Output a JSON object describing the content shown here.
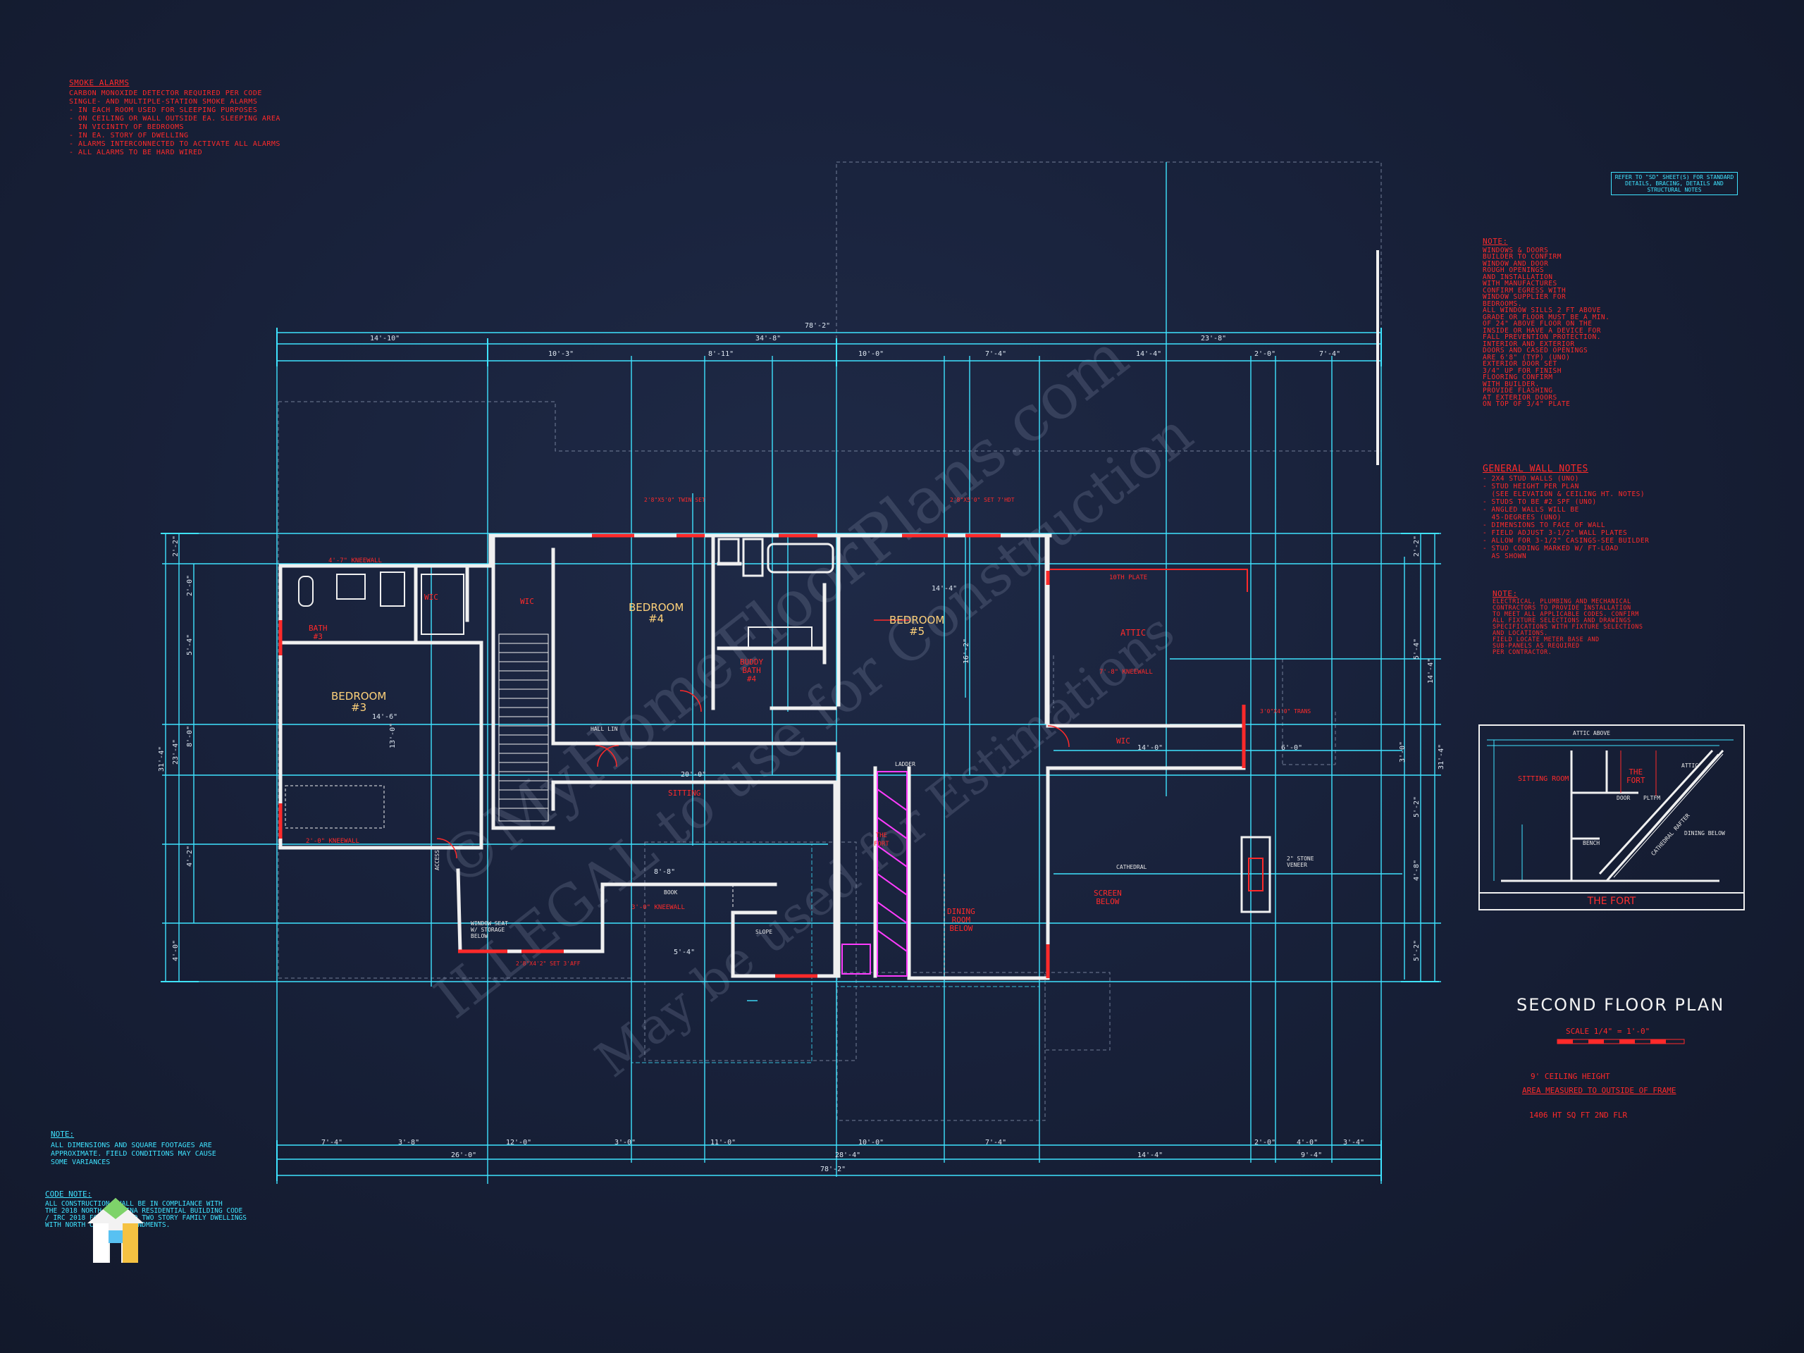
{
  "smoke_alarms": {
    "heading": "SMOKE ALARMS",
    "lines": [
      "CARBON MONOXIDE DETECTOR REQUIRED PER CODE",
      "SINGLE- AND MULTIPLE-STATION SMOKE ALARMS",
      "- IN EACH ROOM USED FOR SLEEPING PURPOSES",
      "- ON CEILING OR WALL OUTSIDE EA. SLEEPING AREA",
      "  IN VICINITY OF BEDROOMS",
      "- IN EA. STORY OF DWELLING",
      "- ALARMS INTERCONNECTED TO ACTIVATE ALL ALARMS",
      "- ALL ALARMS TO BE HARD WIRED"
    ]
  },
  "ref_box": "REFER TO \"SD\" SHEET(S) FOR STANDARD DETAILS, BRACING, DETAILS AND STRUCTURAL NOTES",
  "windows_doors": {
    "heading": "NOTE:",
    "lines": [
      "WINDOWS & DOORS",
      "",
      "BUILDER TO CONFIRM",
      "WINDOW AND DOOR",
      "ROUGH OPENINGS",
      "AND INSTALLATION",
      "WITH MANUFACTURES",
      "",
      "CONFIRM EGRESS WITH",
      "WINDOW SUPPLIER FOR",
      "BEDROOMS.",
      "",
      "ALL WINDOW SILLS 2 FT ABOVE",
      "GRADE OR FLOOR MUST BE A MIN.",
      "OF 24\" ABOVE FLOOR ON THE",
      "INSIDE OR HAVE A DEVICE FOR",
      "FALL PREVENTION PROTECTION.",
      "",
      "INTERIOR AND EXTERIOR",
      "DOORS AND CASED OPENINGS",
      "ARE 6'8\" (TYP) (UNO)",
      "",
      "EXTERIOR DOOR SET",
      "3/4\" UP FOR FINISH",
      "FLOORING CONFIRM",
      "WITH BUILDER.",
      "",
      "PROVIDE FLASHING",
      "AT EXTERIOR DOORS",
      "ON TOP OF 3/4\" PLATE"
    ]
  },
  "general_wall": {
    "heading": "GENERAL WALL NOTES",
    "lines": [
      "- 2x4 STUD WALLS (UNO)",
      "- STUD HEIGHT PER PLAN",
      "  (SEE ELEVATION & CEILING HT. NOTES)",
      "- STUDS TO BE #2 SPF (UNO)",
      "- ANGLED WALLS WILL BE",
      "  45-DEGREES (UNO)",
      "- DIMENSIONS TO FACE OF WALL",
      "- FIELD ADJUST 3-1/2\" WALL PLATES",
      "- ALLOW FOR 3-1/2\" CASINGS-SEE BUILDER",
      "- STUD CODING MARKED w/ FT-LOAD",
      "  AS SHOWN"
    ]
  },
  "electrical_note": {
    "heading": "NOTE:",
    "lines": [
      "ELECTRICAL, PLUMBING AND MECHANICAL",
      "CONTRACTORS TO PROVIDE INSTALLATION",
      "TO MEET ALL APPLICABLE CODES. CONFIRM",
      "ALL FIXTURE SELECTIONS AND DRAWINGS",
      "SPECIFICATIONS WITH FIXTURE SELECTIONS",
      "AND LOCATIONS.",
      "",
      "FIELD LOCATE METER BASE AND",
      "SUB-PANELS AS REQUIRED",
      "PER CONTRACTOR."
    ]
  },
  "dimensions_note": {
    "heading": "NOTE:",
    "lines": [
      "ALL DIMENSIONS AND SQUARE FOOTAGES ARE",
      "APPROXIMATE. FIELD CONDITIONS MAY CAUSE",
      "SOME VARIANCES"
    ]
  },
  "code_note": {
    "heading": "CODE NOTE:",
    "lines": [
      "ALL CONSTRUCTION SHALL BE IN COMPLIANCE WITH",
      "THE 2018 NORTH CAROLINA RESIDENTIAL BUILDING CODE",
      "/ IRC 2018 FOR ONE- AND TWO STORY FAMILY DWELLINGS",
      "WITH NORTH CAROLINA AMENDMENTS."
    ]
  },
  "rooms": {
    "bedroom3": [
      "BEDROOM",
      "#3"
    ],
    "bedroom4": [
      "BEDROOM",
      "#4"
    ],
    "bedroom5": [
      "BEDROOM",
      "#5"
    ],
    "bath": [
      "BATH",
      "#3"
    ],
    "buddy_bath": [
      "BUDDY",
      "BATH",
      "#4"
    ],
    "sitting": "SITTING",
    "attic": "ATTIC",
    "wic1": "WIC",
    "wic2": "WIC",
    "wic3": "WIC",
    "screen_below": [
      "SCREEN",
      "BELOW"
    ],
    "dining_below": [
      "DINING",
      "ROOM",
      "BELOW"
    ],
    "the_fort": [
      "THE",
      "FORT"
    ],
    "kneewall_a": "4'-7\" KNEEWALL",
    "kneewall_b": "2'-0\" KNEEWALL",
    "kneewall_c": "3'-0\" KNEEWALL",
    "kneewall_d": "7'-8\" KNEEWALL",
    "bath_plate": "10TH PLATE",
    "hall_lin": "HALL LIN",
    "stone_veneer": [
      "2\" STONE",
      "VENEER"
    ],
    "cathedral": "CATHEDRAL",
    "ladder": "LADDER",
    "window_seat": [
      "WINDOW SEAT",
      "w/ STORAGE",
      "BELOW"
    ],
    "book": "BOOK",
    "access": "ACCESS",
    "slope": "SLOPE"
  },
  "dims_top_row1": [
    "14'-10\"",
    "34'-8\"",
    "23'-8\""
  ],
  "dims_top_row2": [
    "10'-3\"",
    "8'-11\"",
    "10'-0\"",
    "7'-4\"",
    "14'-4\"",
    "2'-0\"",
    "7'-4\""
  ],
  "dims_top_overall": "78'-2\"",
  "dims_bottom_row1": [
    "7'-4\"",
    "3'-8\"",
    "12'-0\"",
    "3'-0\"",
    "11'-0\"",
    "10'-0\"",
    "7'-4\"",
    "2'-0\"",
    "4'-0\"",
    "3'-4\""
  ],
  "dims_bottom_row2": [
    "26'-0\"",
    "28'-4\"",
    "14'-4\"",
    "9'-4\""
  ],
  "dims_bottom_overall": "78'-2\"",
  "dims_left": [
    "2'-2\"",
    "2'-0\"",
    "5'-4\"",
    "8'-0\"",
    "4'-2\"",
    "4'-0\"",
    "31'-4\"",
    "23'-4\""
  ],
  "dims_right": [
    "2'-2\"",
    "5'-4\"",
    "14'-4\"",
    "3'-0\"",
    "5'-2\"",
    "4'-8\"",
    "5'-2\"",
    "31'-4\""
  ],
  "dims_interior": [
    "14'-6\"",
    "13'-0\"",
    "20'-0\"",
    "14'-4\"",
    "14'-0\"",
    "16'-2\"",
    "6'-0\"",
    "8'-8\"",
    "5'-4\""
  ],
  "window_tags": [
    "2'8\"x5'0\" TWIN SET",
    "2'8\"x5'0\" SET 7'HDT",
    "2'8\"x4'2\" SET 3'AFF",
    "3'0\"x4'0\" TRANS"
  ],
  "fort_detail": {
    "title": "THE FORT",
    "labels": [
      "ATTIC ABOVE",
      "SITTING ROOM",
      "DOOR",
      "PLTFM",
      "BENCH",
      "CATHEDRAL RAFTER",
      "ATTIC",
      "DINING BELOW"
    ]
  },
  "title_block": {
    "title": "SECOND FLOOR PLAN",
    "scale": "SCALE 1/4\" = 1'-0\"",
    "ceiling": "9' CEILING HEIGHT",
    "area_note": "AREA MEASURED TO OUTSIDE OF FRAME",
    "area": "1406 HT SQ FT 2ND FLR"
  },
  "watermark": [
    "©MyHomeFloorPlans.com",
    "ILLEGAL to use for Construction",
    "May be used for Estimations"
  ],
  "colors": {
    "background": "#18213a",
    "dimension": "#3fe3ff",
    "wall": "#f0f0f0",
    "annotation": "#ff2a2a",
    "room": "#ffd27a"
  }
}
